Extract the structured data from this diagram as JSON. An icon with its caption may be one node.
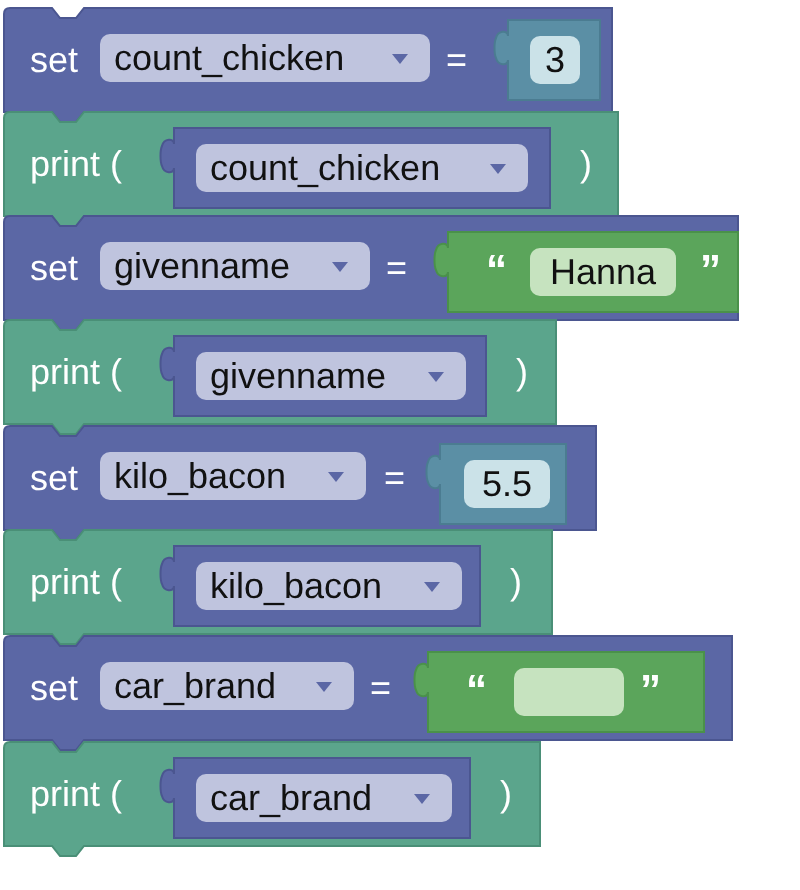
{
  "diagram": {
    "nodes": [
      {
        "text": [
          "set",
          "="
        ]
      },
      {
        "text": [
          "count_chicken"
        ],
        "in": 0
      },
      {
        "text": [],
        "shape": "box",
        "in": 0
      },
      {
        "text": [
          "3"
        ],
        "in": 2
      },
      {
        "text": [
          "print (",
          ")"
        ]
      },
      {
        "text": [],
        "shape": "box",
        "in": 4
      },
      {
        "text": [
          "count_chicken"
        ],
        "in": 5
      },
      {
        "text": [
          "set",
          "="
        ]
      },
      {
        "text": [
          "givenname"
        ],
        "in": 7
      },
      {
        "text": [
          "“",
          "”"
        ],
        "in": 7
      },
      {
        "text": [
          "Hanna"
        ],
        "in": 9
      },
      {
        "text": [
          "print (",
          ")"
        ]
      },
      {
        "text": [],
        "shape": "box",
        "in": 11
      },
      {
        "text": [
          "givenname"
        ],
        "in": 12
      },
      {
        "text": [
          "set",
          "="
        ]
      },
      {
        "text": [
          "kilo_bacon"
        ],
        "in": 14
      },
      {
        "text": [],
        "shape": "box",
        "in": 14
      },
      {
        "text": [
          "5.5"
        ],
        "in": 16
      },
      {
        "text": [
          "print (",
          ")"
        ]
      },
      {
        "text": [],
        "shape": "box",
        "in": 18
      },
      {
        "text": [
          "kilo_bacon"
        ],
        "in": 19
      },
      {
        "text": [
          "set",
          "="
        ]
      },
      {
        "text": [
          "car_brand"
        ],
        "in": 21
      },
      {
        "text": [
          "“",
          "”"
        ],
        "in": 21
      },
      {
        "text": [],
        "shape": "box",
        "in": 23
      },
      {
        "text": [
          "print (",
          ")"
        ]
      },
      {
        "text": [],
        "shape": "box",
        "in": 25
      },
      {
        "text": [
          "car_brand"
        ],
        "in": 26
      }
    ]
  }
}
